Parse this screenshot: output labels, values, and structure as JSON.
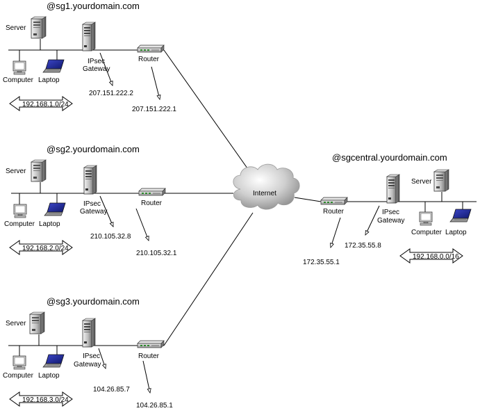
{
  "cloud": {
    "label": "Internet"
  },
  "sites": [
    {
      "domain": "@sg1.yourdomain.com",
      "server_label": "Server",
      "gateway_label_1": "IPsec",
      "gateway_label_2": "Gateway",
      "router_label": "Router",
      "computer_label": "Computer",
      "laptop_label": "Laptop",
      "subnet": "192.168.1.0/24",
      "gateway_ip": "207.151.222.2",
      "router_ip": "207.151.222.1"
    },
    {
      "domain": "@sg2.yourdomain.com",
      "server_label": "Server",
      "gateway_label_1": "IPsec",
      "gateway_label_2": "Gateway",
      "router_label": "Router",
      "computer_label": "Computer",
      "laptop_label": "Laptop",
      "subnet": "192.168.2.0/24",
      "gateway_ip": "210.105.32.8",
      "router_ip": "210.105.32.1"
    },
    {
      "domain": "@sg3.yourdomain.com",
      "server_label": "Server",
      "gateway_label_1": "IPsec",
      "gateway_label_2": "Gateway",
      "router_label": "Router",
      "computer_label": "Computer",
      "laptop_label": "Laptop",
      "subnet": "192.168.3.0/24",
      "gateway_ip": "104.26.85.7",
      "router_ip": "104.26.85.1"
    }
  ],
  "central": {
    "domain": "@sgcentral.yourdomain.com",
    "server_label": "Server",
    "gateway_label_1": "IPsec",
    "gateway_label_2": "Gateway",
    "router_label": "Router",
    "computer_label": "Computer",
    "laptop_label": "Laptop",
    "subnet": "192.168.0.0/16",
    "gateway_ip": "172.35.55.8",
    "router_ip": "172.35.55.1"
  }
}
